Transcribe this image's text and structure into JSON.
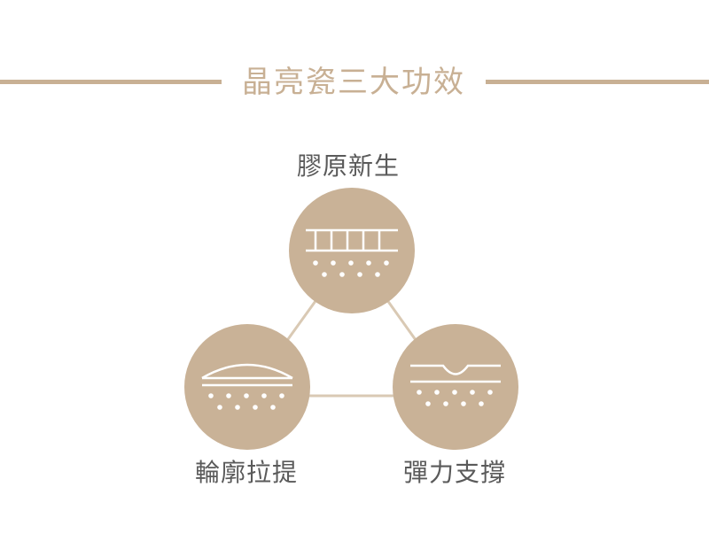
{
  "header": {
    "title": "晶亮瓷三大功效"
  },
  "benefits": [
    {
      "label": "膠原新生",
      "icon": "collagen-fibers-icon"
    },
    {
      "label": "輪廓拉提",
      "icon": "contour-lift-icon"
    },
    {
      "label": "彈力支撐",
      "icon": "elastic-support-icon"
    }
  ],
  "colors": {
    "accent": "#c8b094",
    "circle": "#c9b297",
    "connector": "#d9c9b4",
    "label_text": "#5a5a5a",
    "icon_stroke": "#ffffff"
  }
}
